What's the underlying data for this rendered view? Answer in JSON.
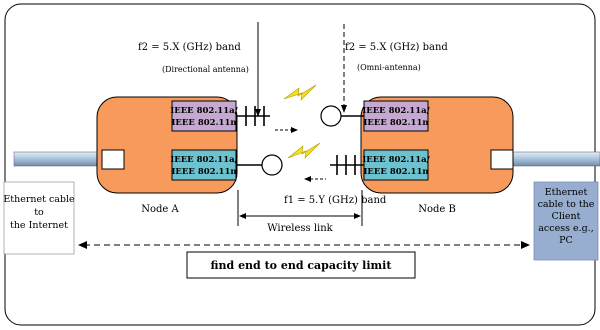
{
  "annotations": {
    "f2_directional": "f2 = 5.X (GHz) band",
    "directional_note": "(Directional antenna)",
    "f2_omni": "f2 = 5.X (GHz) band",
    "omni_note": "(Omni-antenna)",
    "f1": "f1 = 5.Y (GHz) band",
    "wireless_link": "Wireless link"
  },
  "nodes": [
    {
      "name": "Node A",
      "radios": [
        [
          "IEEE 802.11a/",
          "IEEE 802.11n"
        ],
        [
          "IEEE 802.11a/",
          "IEEE 802.11n"
        ]
      ]
    },
    {
      "name": "Node B",
      "radios": [
        [
          "IEEE 802.11a/",
          "IEEE 802.11n"
        ],
        [
          "IEEE 802.11a/",
          "IEEE 802.11n"
        ]
      ]
    }
  ],
  "ends": {
    "left": [
      "Ethernet cable",
      "to",
      "the Internet"
    ],
    "right": [
      "Ethernet",
      "cable to the",
      "Client",
      "access e.g.,",
      "PC"
    ]
  },
  "banner": "find end to end capacity limit",
  "colors": {
    "node_fill": "#f79a5c",
    "radio_top": "#c5a9d0",
    "radio_bottom": "#6cc3cf",
    "end_box": "#97aed1",
    "bolt": "#f7e11d",
    "cable": "#b8cfe0"
  }
}
